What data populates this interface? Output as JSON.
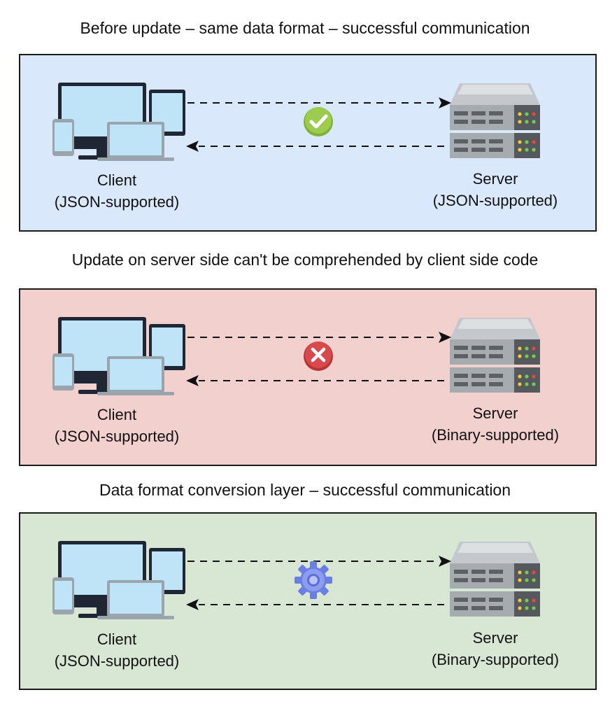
{
  "sections": [
    {
      "title": "Before update – same data format – successful communication",
      "status": "success-check-icon",
      "background": "#dae8fc",
      "client": {
        "name": "Client",
        "format": "(JSON-supported)"
      },
      "server": {
        "name": "Server",
        "format": "(JSON-supported)"
      }
    },
    {
      "title": "Update on server side can't be comprehended by client side code",
      "status": "failure-x-icon",
      "background": "#f2d0ce",
      "client": {
        "name": "Client",
        "format": "(JSON-supported)"
      },
      "server": {
        "name": "Server",
        "format": "(Binary-supported)"
      }
    },
    {
      "title": "Data format conversion layer – successful communication",
      "status": "conversion-gear-icon",
      "background": "#d8e6d4",
      "client": {
        "name": "Client",
        "format": "(JSON-supported)"
      },
      "server": {
        "name": "Server",
        "format": "(Binary-supported)"
      }
    }
  ],
  "colors": {
    "success": "#8cbf3f",
    "failure": "#d5484a",
    "gear": "#7b8ce8"
  }
}
